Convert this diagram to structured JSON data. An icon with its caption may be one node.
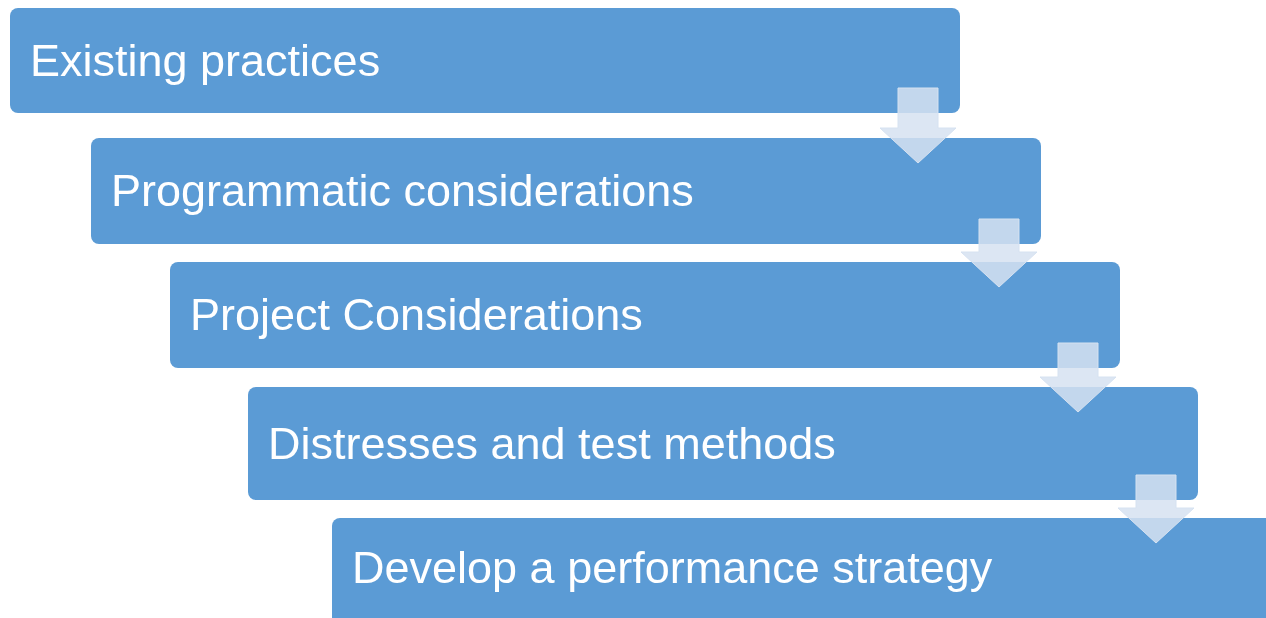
{
  "diagram": {
    "nodes": [
      {
        "text": [
          "Existing practices"
        ]
      },
      {
        "text": [
          "Programmatic considerations"
        ]
      },
      {
        "text": [
          "Project Considerations"
        ]
      },
      {
        "text": [
          "Distresses and test methods"
        ]
      },
      {
        "text": [
          "Develop a performance strategy"
        ]
      }
    ],
    "edges": [
      {
        "from": 0,
        "to": 1,
        "arrow": "to"
      },
      {
        "from": 1,
        "to": 2,
        "arrow": "to"
      },
      {
        "from": 2,
        "to": 3,
        "arrow": "to"
      },
      {
        "from": 3,
        "to": 4,
        "arrow": "to"
      }
    ]
  }
}
